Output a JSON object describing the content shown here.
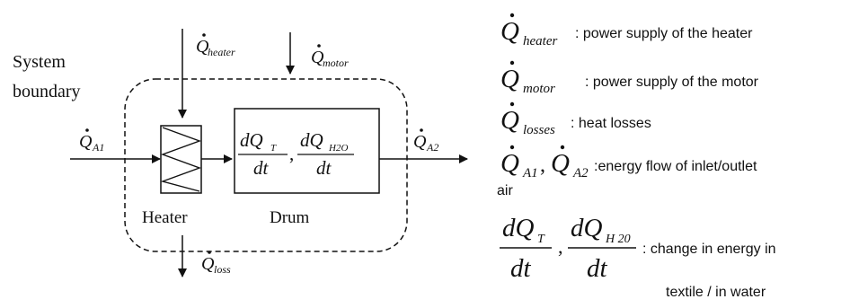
{
  "diagram": {
    "boundary_label_line1": "System",
    "boundary_label_line2": "boundary",
    "heater_label": "Heater",
    "drum_label": "Drum",
    "q_symbol": "Q",
    "sub_heater": "heater",
    "sub_motor": "motor",
    "sub_loss": "loss",
    "sub_a1": "A1",
    "sub_a2": "A2",
    "drum_numerator_1": "dQ",
    "drum_numerator_1_sub": "T",
    "drum_numerator_2": "dQ",
    "drum_numerator_2_sub": "H2O",
    "drum_denominator": "dt",
    "drum_comma": ","
  },
  "legend": {
    "q_symbol": "Q",
    "heater_sub": "heater",
    "heater_text": ": power supply of the heater",
    "motor_sub": "motor",
    "motor_text": ": power supply of the motor",
    "losses_sub": "losses",
    "losses_text": ": heat losses",
    "a1_sub": "A1",
    "a2_sub": "A2",
    "comma": ",",
    "air_text_line1": ":energy flow of inlet/outlet",
    "air_text_line2": "air",
    "dq": "dQ",
    "t_sub": "T",
    "h20_sub": "H 20",
    "dt": "dt",
    "change_text_line1": ": change in energy in",
    "change_text_line2": "textile / in water"
  }
}
